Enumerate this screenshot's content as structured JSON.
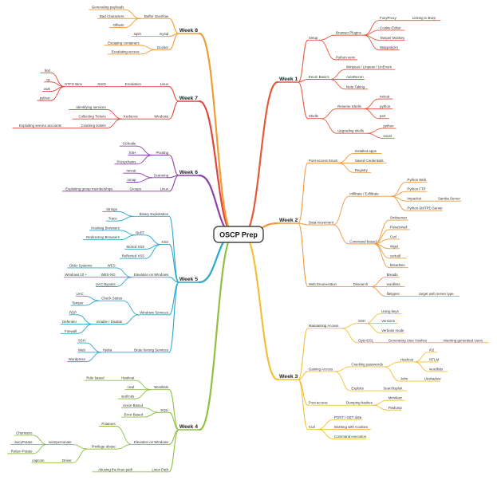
{
  "root": "OSCP Prep",
  "colors": {
    "week1": "#e45a3c",
    "week2": "#f09a3e",
    "week3": "#f2c036",
    "week4": "#8ec043",
    "week5": "#2aa7c9",
    "week6": "#8b3fa8",
    "week7": "#e0453a",
    "week8": "#f29b33"
  },
  "weeks": [
    {
      "label": "Week 1",
      "children": [
        {
          "label": "Setup",
          "children": [
            {
              "label": "Browser Plugins",
              "children": [
                {
                  "label": "FoxyProxy",
                  "children": [
                    {
                      "label": "Linking to Burp"
                    }
                  ]
                },
                {
                  "label": "Cookie-Editor"
                },
                {
                  "label": "Tamper Monkey"
                },
                {
                  "label": "Wappalyzer"
                }
              ]
            },
            {
              "label": "Python venv"
            }
          ]
        },
        {
          "label": "Enum Basics",
          "children": [
            {
              "label": "Winpeas / Linpeas / LinEnum"
            },
            {
              "label": "AutoRecon"
            },
            {
              "label": "Note Taking"
            }
          ]
        },
        {
          "label": "Shells",
          "children": [
            {
              "label": "Reverse Shells",
              "children": [
                {
                  "label": "netcat"
                },
                {
                  "label": "python"
                },
                {
                  "label": "perl"
                }
              ]
            },
            {
              "label": "Upgrading shells",
              "children": [
                {
                  "label": "python"
                },
                {
                  "label": "socat"
                }
              ]
            }
          ]
        }
      ]
    },
    {
      "label": "Week 2",
      "children": [
        {
          "label": "Post-access Enum",
          "children": [
            {
              "label": "Installed apps"
            },
            {
              "label": "Saved Credentials"
            },
            {
              "label": "Registry"
            }
          ]
        },
        {
          "label": "Data movement",
          "children": [
            {
              "label": "Infiltrate / Exfiltrate",
              "children": [
                {
                  "label": "Python Web"
                },
                {
                  "label": "Python FTP"
                },
                {
                  "label": "Impacket",
                  "children": [
                    {
                      "label": "Samba Server"
                    }
                  ]
                },
                {
                  "label": "Python SMTPD Server"
                }
              ]
            },
            {
              "label": "Command based",
              "children": [
                {
                  "label": "Smbserver"
                },
                {
                  "label": "Powershell"
                },
                {
                  "label": "Curl"
                },
                {
                  "label": "Wget"
                },
                {
                  "label": "certutil"
                },
                {
                  "label": "bitsadmin"
                }
              ]
            }
          ]
        },
        {
          "label": "Web Enumeration",
          "children": [
            {
              "label": "Dirsearch",
              "children": [
                {
                  "label": "Breads"
                },
                {
                  "label": "wordlists"
                },
                {
                  "label": "filetypes",
                  "children": [
                    {
                      "label": "target web server type"
                    }
                  ]
                }
              ]
            }
          ]
        }
      ]
    },
    {
      "label": "Week 3",
      "children": [
        {
          "label": "Maintaining Access",
          "children": [
            {
              "label": "SSH",
              "children": [
                {
                  "label": "Using keys"
                },
                {
                  "label": "Versions"
                },
                {
                  "label": "Verbose mode"
                }
              ]
            },
            {
              "label": "OpenSSL",
              "children": [
                {
                  "label": "Generating User Hashes",
                  "children": [
                    {
                      "label": "Inserting generated users"
                    }
                  ]
                }
              ]
            }
          ]
        },
        {
          "label": "Gaining Access",
          "children": [
            {
              "label": "Cracking passwords",
              "children": [
                {
                  "label": "Hashcat",
                  "children": [
                    {
                      "label": "/02"
                    },
                    {
                      "label": "NTLM"
                    },
                    {
                      "label": "wordlists"
                    }
                  ]
                },
                {
                  "label": "John",
                  "children": [
                    {
                      "label": "Unshadow"
                    }
                  ]
                }
              ]
            },
            {
              "label": "Exploits",
              "children": [
                {
                  "label": "Searchsploit"
                }
              ]
            }
          ]
        },
        {
          "label": "Post access",
          "children": [
            {
              "label": "Dumping hashes",
              "children": [
                {
                  "label": "Mimikatz"
                },
                {
                  "label": "Pwdump"
                }
              ]
            }
          ]
        },
        {
          "label": "Curl",
          "children": [
            {
              "label": "POST / GET data"
            },
            {
              "label": "Working with Cookies"
            },
            {
              "label": "Command execution"
            }
          ]
        }
      ]
    },
    {
      "label": "Week 4",
      "children": [
        {
          "label": "Wordlists",
          "children": [
            {
              "label": "Hashcat",
              "children": [
                {
                  "label": "Rule based"
                }
              ]
            },
            {
              "label": "cewl"
            },
            {
              "label": "sed/cuts"
            }
          ]
        },
        {
          "label": "SQLi",
          "children": [
            {
              "label": "Union Based"
            },
            {
              "label": "Error Based"
            }
          ]
        },
        {
          "label": "Elevation on Windows",
          "children": [
            {
              "label": "Potatoes"
            },
            {
              "label": "Privilege abuse",
              "children": [
                {
                  "label": "seimpersonate",
                  "children": [
                    {
                      "label": "Churrasco"
                    },
                    {
                      "label": "JuicyPotato"
                    },
                    {
                      "label": "Rotten Potato"
                    }
                  ]
                },
                {
                  "label": "Driver",
                  "children": [
                    {
                      "label": "capcom"
                    }
                  ]
                }
              ]
            }
          ]
        },
        {
          "label": "Linux Path",
          "children": [
            {
              "label": "Abusing the linux path"
            }
          ]
        }
      ]
    },
    {
      "label": "Week 5",
      "children": [
        {
          "label": "Binary Exploitation",
          "children": [
            {
              "label": "Strings"
            },
            {
              "label": "Trace"
            }
          ]
        },
        {
          "label": "XSS",
          "children": [
            {
              "label": "BeEF",
              "children": [
                {
                  "label": "Hooking Browsers"
                },
                {
                  "label": "Redirecting Browsers"
                }
              ]
            },
            {
              "label": "Stored XSS"
            },
            {
              "label": "Reflected XSS"
            }
          ]
        },
        {
          "label": "Elevation on Windows",
          "children": [
            {
              "label": "WES",
              "children": [
                {
                  "label": "Older Systems"
                }
              ]
            },
            {
              "label": "WES-NG",
              "children": [
                {
                  "label": "Windows 10 +"
                }
              ]
            },
            {
              "label": "UAC Bypass"
            }
          ]
        },
        {
          "label": "Windows Services",
          "children": [
            {
              "label": "Check Status",
              "children": [
                {
                  "label": "UAC"
                },
                {
                  "label": "Tamper"
                }
              ]
            },
            {
              "label": "Enable / Disable",
              "children": [
                {
                  "label": "RDP"
                },
                {
                  "label": "Defender"
                },
                {
                  "label": "Firewall"
                }
              ]
            }
          ]
        },
        {
          "label": "Brute forcing Services",
          "children": [
            {
              "label": "Hydra",
              "children": [
                {
                  "label": "SSH"
                },
                {
                  "label": "Web"
                },
                {
                  "label": "Wordpress"
                }
              ]
            }
          ]
        }
      ]
    },
    {
      "label": "Week 6",
      "children": [
        {
          "label": "Pivoting",
          "children": [
            {
              "label": "SShuttle"
            },
            {
              "label": "SSH"
            },
            {
              "label": "Proxychains"
            }
          ]
        },
        {
          "label": "Scanning",
          "children": [
            {
              "label": "netcat"
            },
            {
              "label": "nmap"
            }
          ]
        },
        {
          "label": "Linux",
          "children": [
            {
              "label": "Groups",
              "children": [
                {
                  "label": "Exploiting group memberships"
                }
              ]
            }
          ]
        }
      ]
    },
    {
      "label": "Week 7",
      "children": [
        {
          "label": "Linux",
          "children": [
            {
              "label": "Escalation",
              "children": [
                {
                  "label": "SUID",
                  "children": [
                    {
                      "label": "GTFO Bins",
                      "children": [
                        {
                          "label": "find"
                        },
                        {
                          "label": "cp"
                        },
                        {
                          "label": "awk"
                        },
                        {
                          "label": "python"
                        }
                      ]
                    }
                  ]
                }
              ]
            }
          ]
        },
        {
          "label": "Windows",
          "children": [
            {
              "label": "Kerberos",
              "children": [
                {
                  "label": "Identifying services"
                },
                {
                  "label": "Collecting Tickets"
                },
                {
                  "label": "Cracking tickets",
                  "children": [
                    {
                      "label": "Exploiting service accounts"
                    }
                  ]
                }
              ]
            }
          ]
        }
      ]
    },
    {
      "label": "Week 8",
      "children": [
        {
          "label": "Buffer Overflow",
          "children": [
            {
              "label": "Generating payloads"
            },
            {
              "label": "Bad Characters"
            },
            {
              "label": "Offsets"
            }
          ]
        },
        {
          "label": "mysql",
          "children": [
            {
              "label": "sqsh"
            }
          ]
        },
        {
          "label": "Docker",
          "children": [
            {
              "label": "Escaping containers"
            },
            {
              "label": "Escalating access"
            }
          ]
        }
      ]
    }
  ]
}
